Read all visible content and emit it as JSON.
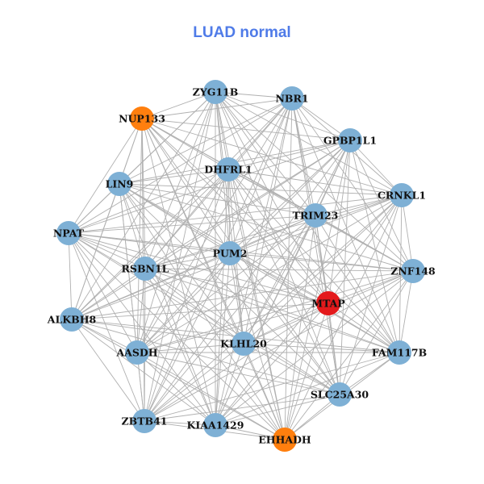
{
  "title": "LUAD normal",
  "colors": {
    "default": "#7eb0d5",
    "orange": "#ff7f0e",
    "red": "#e41a1c",
    "edge": "#b0b0b0",
    "title": "#4f7be8"
  },
  "nodes": [
    {
      "id": "ZYG11B",
      "color": "default"
    },
    {
      "id": "NBR1",
      "color": "default"
    },
    {
      "id": "NUP133",
      "color": "orange"
    },
    {
      "id": "GPBP1L1",
      "color": "default"
    },
    {
      "id": "DHFRL1",
      "color": "default"
    },
    {
      "id": "LIN9",
      "color": "default"
    },
    {
      "id": "CRNKL1",
      "color": "default"
    },
    {
      "id": "TRIM23",
      "color": "default"
    },
    {
      "id": "NPAT",
      "color": "default"
    },
    {
      "id": "PUM2",
      "color": "default"
    },
    {
      "id": "RSBN1L",
      "color": "default"
    },
    {
      "id": "ZNF148",
      "color": "default"
    },
    {
      "id": "MTAP",
      "color": "red"
    },
    {
      "id": "ALKBH8",
      "color": "default"
    },
    {
      "id": "KLHL20",
      "color": "default"
    },
    {
      "id": "AASDH",
      "color": "default"
    },
    {
      "id": "FAM117B",
      "color": "default"
    },
    {
      "id": "SLC25A30",
      "color": "default"
    },
    {
      "id": "ZBTB41",
      "color": "default"
    },
    {
      "id": "KIAA1429",
      "color": "default"
    },
    {
      "id": "EHHADH",
      "color": "orange"
    }
  ]
}
